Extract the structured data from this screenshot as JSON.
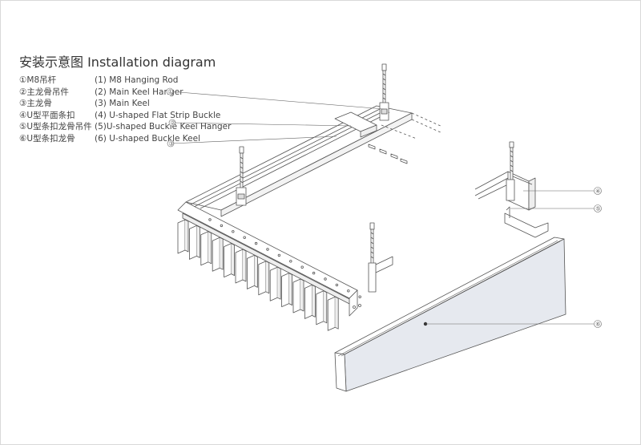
{
  "title": "安装示意图  Installation diagram",
  "legend": [
    {
      "cn": "①M8吊杆",
      "en": "(1) M8 Hanging Rod"
    },
    {
      "cn": "②主龙骨吊件",
      "en": "(2) Main Keel Hanger"
    },
    {
      "cn": "③主龙骨",
      "en": "(3) Main Keel"
    },
    {
      "cn": "④U型平面条扣",
      "en": "(4) U-shaped Flat Strip Buckle"
    },
    {
      "cn": "⑤U型条扣龙骨吊件",
      "en": "(5)U-shaped Buckle Keel Hanger"
    },
    {
      "cn": "⑥U型条扣龙骨",
      "en": "(6) U-shaped Buckle Keel"
    }
  ],
  "callouts": [
    "①",
    "②",
    "③",
    "④",
    "⑤",
    "⑥"
  ],
  "colors": {
    "line": "#555555",
    "panel": "#e6e9ef",
    "leader": "#666666"
  }
}
